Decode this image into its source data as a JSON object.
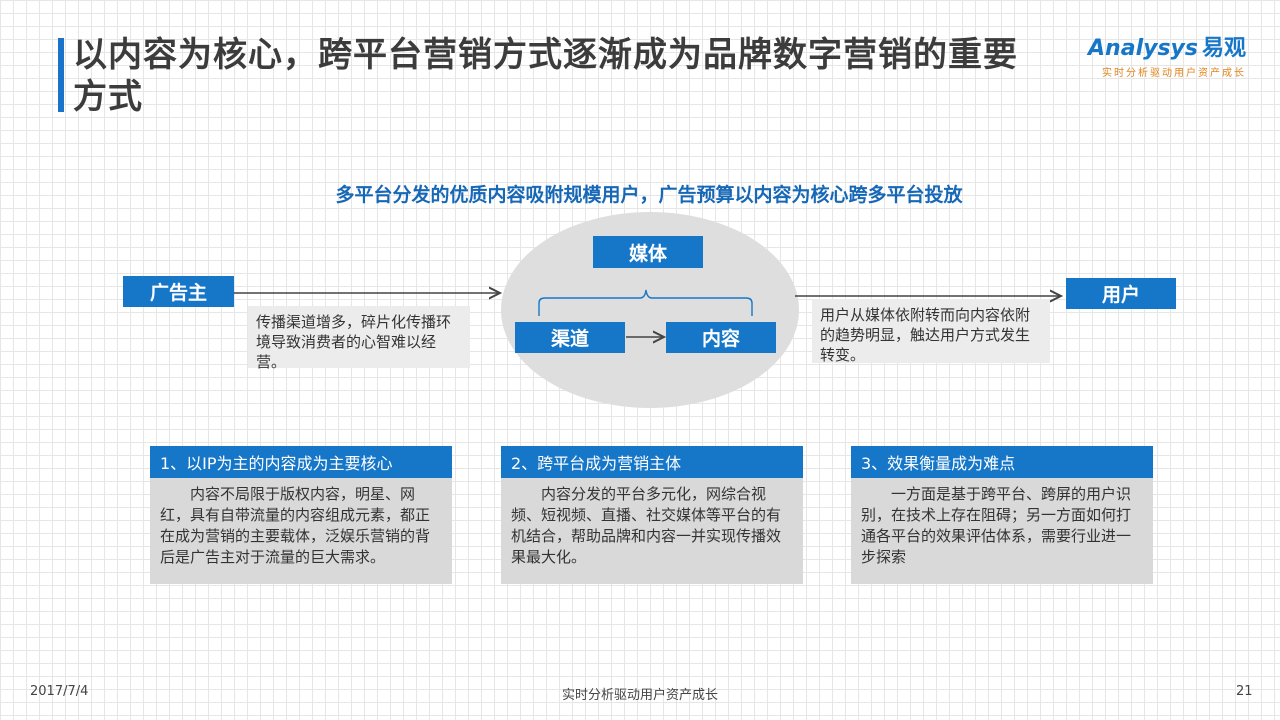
{
  "header": {
    "title": "以内容为核心，跨平台营销方式逐渐成为品牌数字营销的重要方式",
    "logo_en": "Analysys",
    "logo_cn": "易观",
    "logo_tagline": "实时分析驱动用户资产成长"
  },
  "diagram": {
    "subtitle": "多平台分发的优质内容吸附规模用户，广告预算以内容为核心跨多平台投放",
    "advertiser": "广告主",
    "advertiser_note": "传播渠道增多，碎片化传播环境导致消费者的心智难以经营。",
    "media": "媒体",
    "channel": "渠道",
    "content": "内容",
    "user": "用户",
    "user_note": "用户从媒体依附转而向内容依附的趋势明显，触达用户方式发生转变。"
  },
  "cards": [
    {
      "title": "1、以IP为主的内容成为主要核心",
      "body": "内容不局限于版权内容，明星、网红，具有自带流量的内容组成元素，都正在成为营销的主要载体，泛娱乐营销的背后是广告主对于流量的巨大需求。"
    },
    {
      "title": "2、跨平台成为营销主体",
      "body": "内容分发的平台多元化，网综合视频、短视频、直播、社交媒体等平台的有机结合，帮助品牌和内容一并实现传播效果最大化。"
    },
    {
      "title": "3、效果衡量成为难点",
      "body": "一方面是基于跨平台、跨屏的用户识别，在技术上存在阻碍；另一方面如何打通各平台的效果评估体系，需要行业进一步探索"
    }
  ],
  "footer": {
    "date": "2017/7/4",
    "tagline": "实时分析驱动用户资产成长",
    "page": "21"
  },
  "colors": {
    "accent": "#1677c9",
    "note_bg": "#ececec",
    "card_bg": "#d9d9d9"
  }
}
